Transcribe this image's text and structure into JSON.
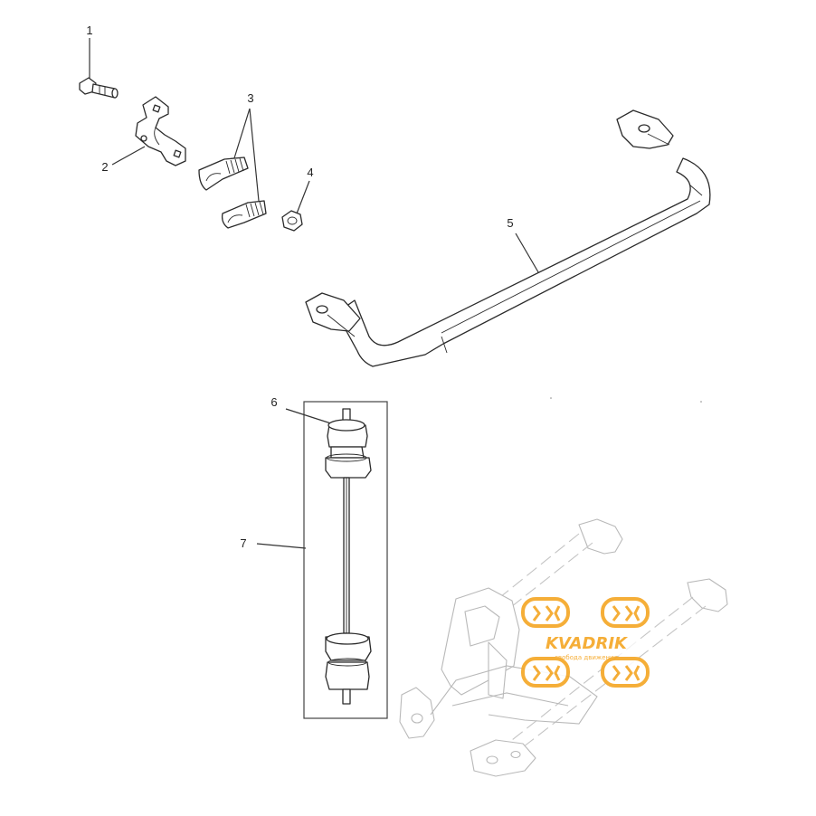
{
  "callouts": [
    {
      "id": "1",
      "label": "1"
    },
    {
      "id": "2",
      "label": "2"
    },
    {
      "id": "3",
      "label": "3"
    },
    {
      "id": "4",
      "label": "4"
    },
    {
      "id": "5",
      "label": "5"
    },
    {
      "id": "6",
      "label": "6"
    },
    {
      "id": "7",
      "label": "7"
    }
  ],
  "watermark": {
    "brand": "KVADRIK",
    "tagline": "свобода движения",
    "color": "#f5a623"
  }
}
